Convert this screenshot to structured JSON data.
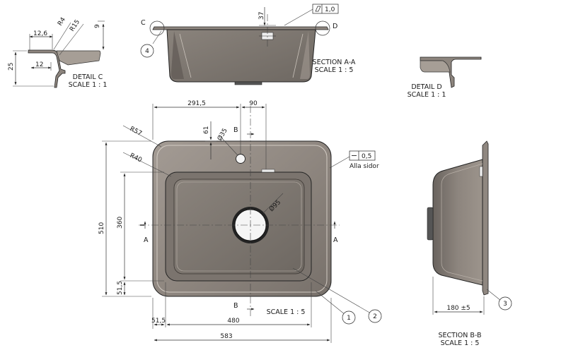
{
  "detail_c": {
    "dims": {
      "d12_6": "12,6",
      "r4": "R4",
      "r15": "R15",
      "d9": "9",
      "d25": "25",
      "d12": "12"
    },
    "title": "DETAIL C",
    "scale": "SCALE 1 : 1"
  },
  "section_aa": {
    "label_c": "C",
    "label_d": "D",
    "dim_37": "37",
    "flatness_value": "1,0",
    "balloon_4": "4",
    "title": "SECTION A-A",
    "scale": "SCALE 1 : 5"
  },
  "detail_d": {
    "title": "DETAIL D",
    "scale": "SCALE 1 : 1"
  },
  "top_view": {
    "dims": {
      "d291_5": "291,5",
      "d90": "90",
      "r57": "R57",
      "d61": "61",
      "dia35": "Ø35",
      "r40": "R40",
      "dia95": "Ø95",
      "d510": "510",
      "d360": "360",
      "d51_5_v": "51,5",
      "d51_5_h": "51,5",
      "d480": "480",
      "d583": "583"
    },
    "section_a": "A",
    "section_b": "B",
    "flatness_value": "0,5",
    "flatness_note": "Alla sidor",
    "scale": "SCALE 1 : 5",
    "balloon_1": "1",
    "balloon_2": "2"
  },
  "section_bb": {
    "dim_depth": "180 ±5",
    "balloon_3": "3",
    "title": "SECTION B-B",
    "scale": "SCALE 1 : 5"
  }
}
